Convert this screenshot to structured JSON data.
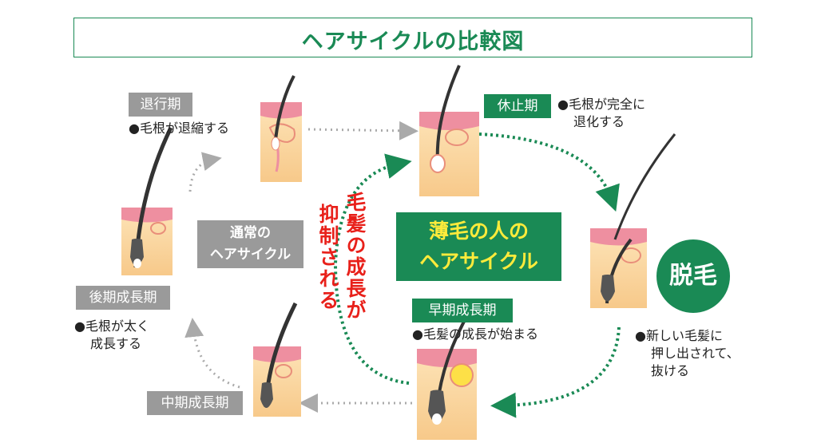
{
  "title": "ヘアサイクルの比較図",
  "stages": {
    "taikou": {
      "name": "退行期",
      "desc": "●毛根が退縮する"
    },
    "kyuushi": {
      "name": "休止期",
      "desc": [
        "●毛根が完全に",
        "退化する"
      ]
    },
    "kouki": {
      "name": "後期成長期",
      "desc": [
        "●毛根が太く",
        "成長する"
      ]
    },
    "chuuki": {
      "name": "中期成長期"
    },
    "souki": {
      "name": "早期成長期",
      "desc": "●毛髪の成長が始まる"
    },
    "datsumou": {
      "name": "脱毛",
      "desc": [
        "●新しい毛髪に",
        "押し出されて、",
        "抜ける"
      ]
    }
  },
  "normal_cycle": [
    "通常の",
    "ヘアサイクル"
  ],
  "thin_cycle": [
    "薄毛の人の",
    "ヘアサイクル"
  ],
  "suppressed": [
    "毛髪の成長が",
    "抑制される"
  ],
  "colors": {
    "green": "#1a8a55",
    "gray": "#9a9a9a",
    "red": "#e8201a",
    "yellow": "#ffeb3b",
    "skin": "#fbd9a7",
    "pink": "#ee8fa0"
  }
}
